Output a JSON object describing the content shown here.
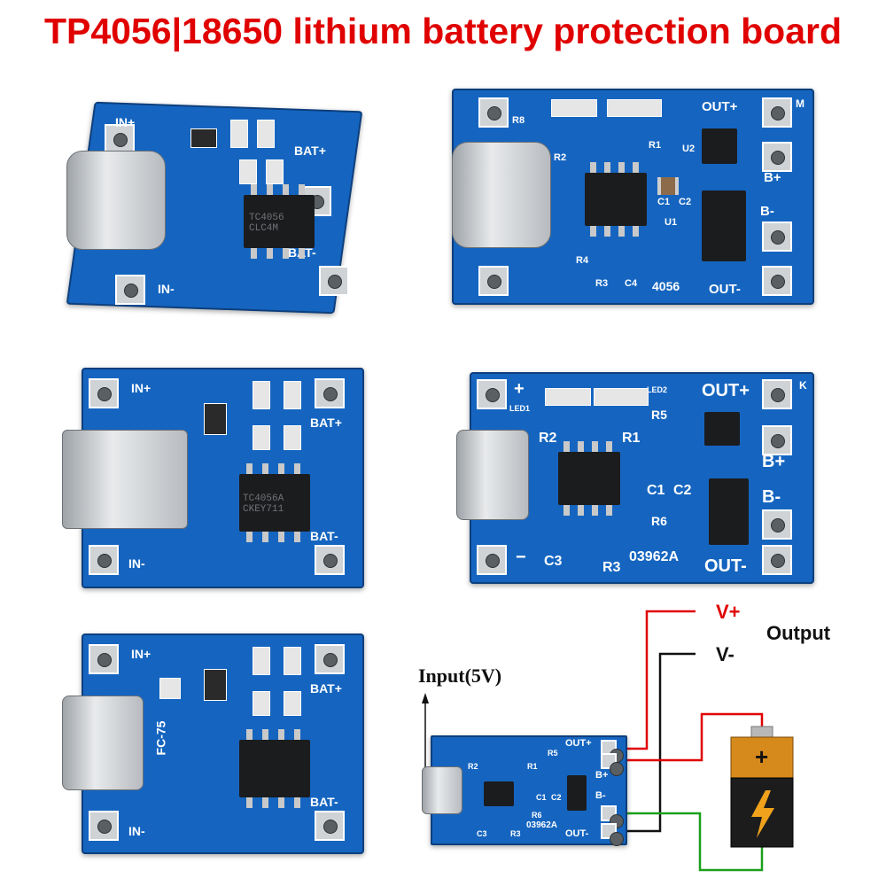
{
  "title": "TP4056|18650 lithium battery protection board",
  "boards": {
    "b1": {
      "in_plus": "IN+",
      "in_minus": "IN-",
      "bat_plus": "BAT+",
      "bat_minus": "BAT-",
      "chip": "TC4056 CLC4M"
    },
    "b2": {
      "out_plus": "OUT+",
      "out_minus": "OUT-",
      "b_plus": "B+",
      "b_minus": "B-",
      "r8": "R8",
      "r1": "R1",
      "r2": "R2",
      "r3": "R3",
      "r4": "R4",
      "c1": "C1",
      "c2": "C2",
      "c4": "C4",
      "u1": "U1",
      "u2": "U2",
      "m": "M",
      "code": "4056"
    },
    "b3": {
      "in_plus": "IN+",
      "in_minus": "IN-",
      "bat_plus": "BAT+",
      "bat_minus": "BAT-",
      "chip": "TC4056A CKEY711"
    },
    "b4": {
      "out_plus": "OUT+",
      "out_minus": "OUT-",
      "b_plus": "B+",
      "b_minus": "B-",
      "r1": "R1",
      "r2": "R2",
      "r3": "R3",
      "r5": "R5",
      "r6": "R6",
      "c1": "C1",
      "c2": "C2",
      "c3": "C3",
      "led1": "LED1",
      "led2": "LED2",
      "plus": "+",
      "minus": "−",
      "code": "03962A",
      "k": "K"
    },
    "b5": {
      "in_plus": "IN+",
      "in_minus": "IN-",
      "bat_plus": "BAT+",
      "bat_minus": "BAT-",
      "fc": "FC-75"
    }
  },
  "wiring": {
    "v_plus": "V+",
    "v_minus": "V-",
    "output": "Output",
    "input": "Input(5V)",
    "board": {
      "out_plus": "OUT+",
      "out_minus": "OUT-",
      "b_plus": "B+",
      "b_minus": "B-",
      "r2": "R2",
      "r1": "R1",
      "r5": "R5",
      "r6": "R6",
      "r3": "R3",
      "c1": "C1",
      "c2": "C2",
      "c3": "C3",
      "code": "03962A"
    }
  },
  "colors": {
    "pcb": "#1565c0",
    "title": "#e00000",
    "wire_red": "#e00000",
    "wire_black": "#111111",
    "wire_green": "#1aa01a"
  }
}
